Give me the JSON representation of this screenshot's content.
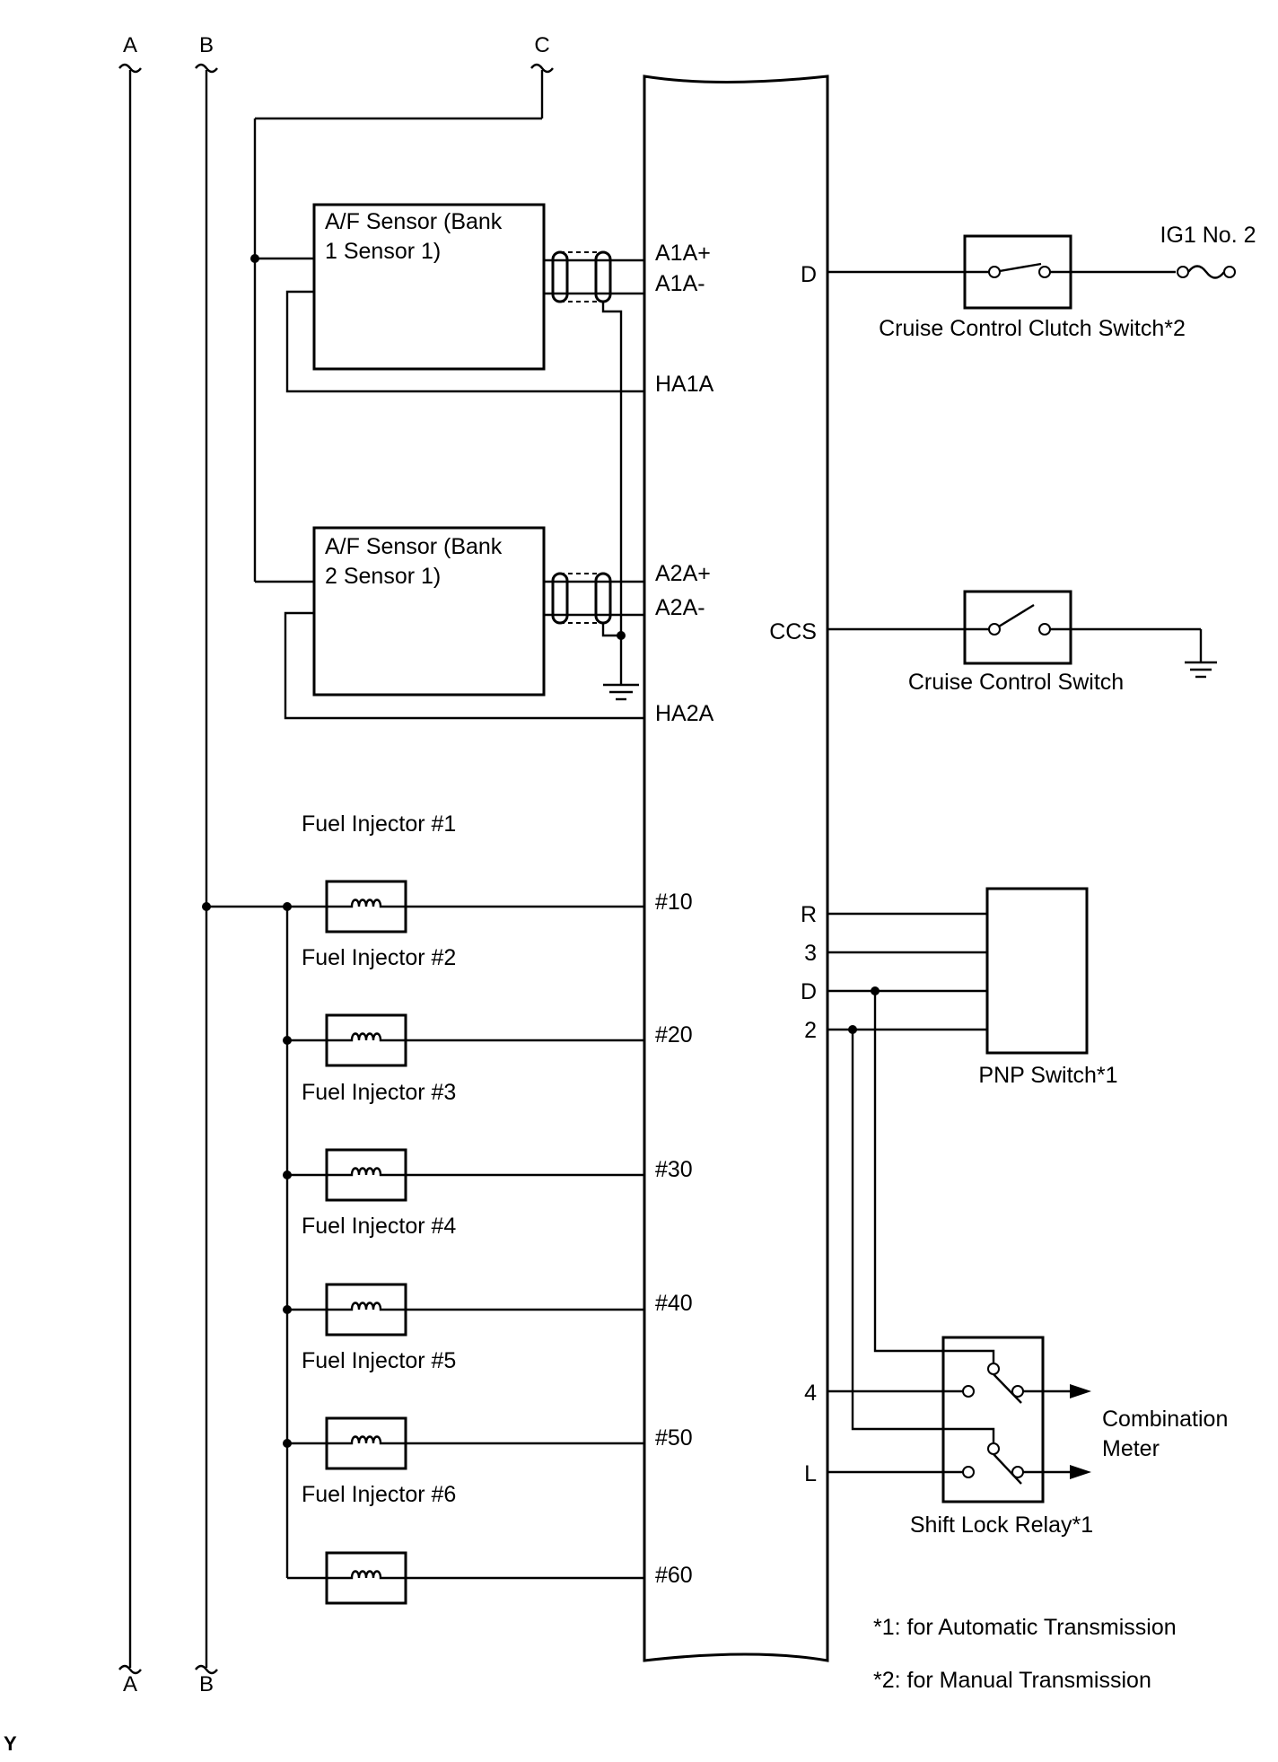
{
  "bus_labels": {
    "a_top": "A",
    "b_top": "B",
    "c_top": "C",
    "a_bottom": "A",
    "b_bottom": "B"
  },
  "af_sensor_1": {
    "line1": "A/F Sensor (Bank",
    "line2": "1 Sensor 1)",
    "pin_plus": "A1A+",
    "pin_minus": "A1A-",
    "pin_heater": "HA1A"
  },
  "af_sensor_2": {
    "line1": "A/F Sensor (Bank",
    "line2": "2 Sensor 1)",
    "pin_plus": "A2A+",
    "pin_minus": "A2A-",
    "pin_heater": "HA2A"
  },
  "injectors": [
    {
      "label": "Fuel Injector #1",
      "pin": "#10"
    },
    {
      "label": "Fuel Injector #2",
      "pin": "#20"
    },
    {
      "label": "Fuel Injector #3",
      "pin": "#30"
    },
    {
      "label": "Fuel Injector #4",
      "pin": "#40"
    },
    {
      "label": "Fuel Injector #5",
      "pin": "#50"
    },
    {
      "label": "Fuel Injector #6",
      "pin": "#60"
    }
  ],
  "clutch_switch": {
    "pin": "D",
    "label": "Cruise Control Clutch Switch*2",
    "fuse": "IG1 No. 2"
  },
  "cruise_switch": {
    "pin": "CCS",
    "label": "Cruise Control Switch"
  },
  "pnp_switch": {
    "pins": [
      "R",
      "3",
      "D",
      "2"
    ],
    "label": "PNP Switch*1"
  },
  "shift_lock_relay": {
    "pin_4": "4",
    "pin_l": "L",
    "label": "Shift Lock Relay*1",
    "dest_line1": "Combination",
    "dest_line2": "Meter"
  },
  "notes": {
    "note1": "*1: for Automatic Transmission",
    "note2": "*2: for Manual Transmission"
  },
  "corner_mark": "Y"
}
